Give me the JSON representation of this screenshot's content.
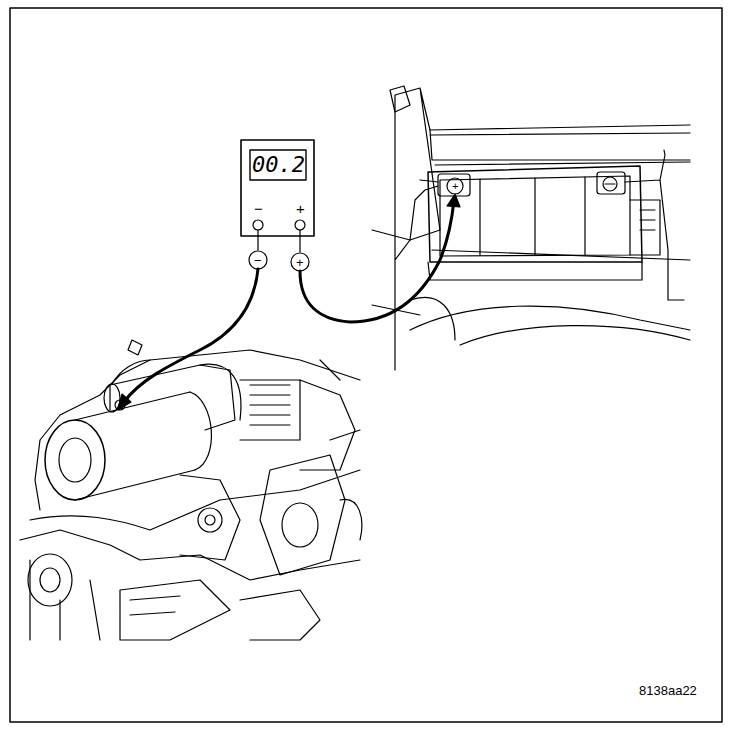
{
  "diagram": {
    "labels": [
      "00.2",
      "−",
      "+",
      "−",
      "+",
      "+",
      "8138aa22"
    ]
  }
}
